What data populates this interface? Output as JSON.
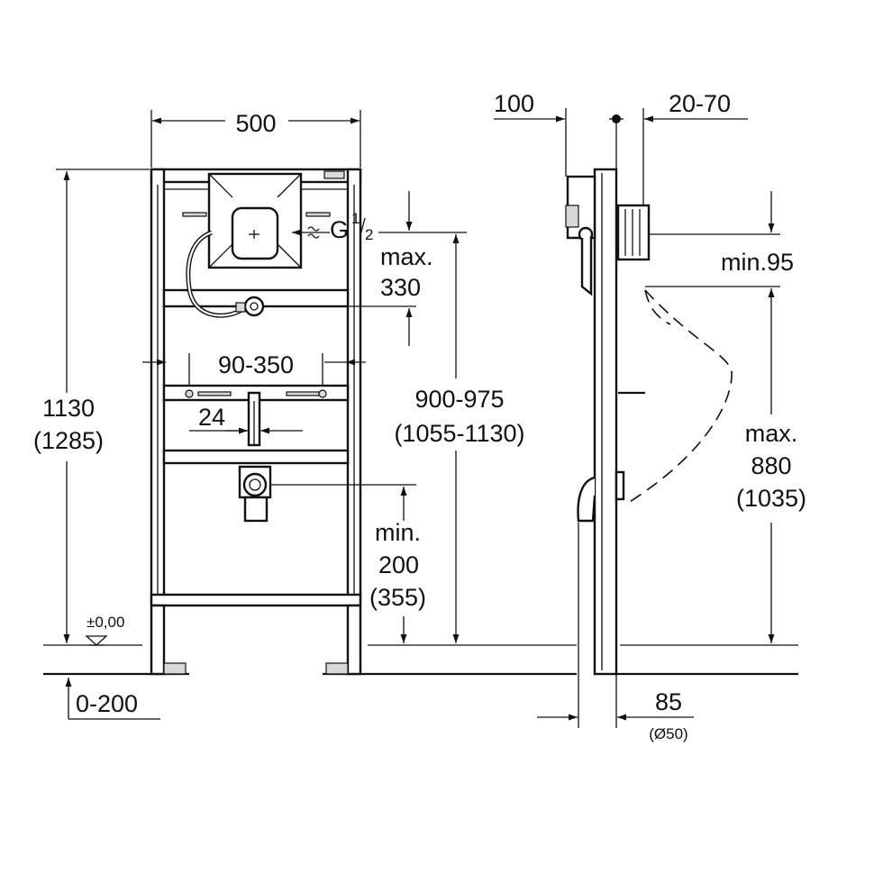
{
  "front_view": {
    "width": "500",
    "thread_g": "G",
    "thread_num": "1",
    "thread_den": "2",
    "max_label": "max.",
    "max_value": "330",
    "spacing": "90-350",
    "pipe": "24",
    "height_main": "1130",
    "height_alt": "(1285)",
    "range_main": "900-975",
    "range_alt": "(1055-1130)",
    "min_label": "min.",
    "min_value": "200",
    "min_alt": "(355)",
    "level": "±0,00",
    "adjust": "0-200"
  },
  "side_view": {
    "depth_left": "100",
    "depth_right": "20-70",
    "min_label": "min.95",
    "max_label": "max.",
    "max_value": "880",
    "max_alt": "(1035)",
    "bottom": "85",
    "diameter": "(Ø50)"
  }
}
